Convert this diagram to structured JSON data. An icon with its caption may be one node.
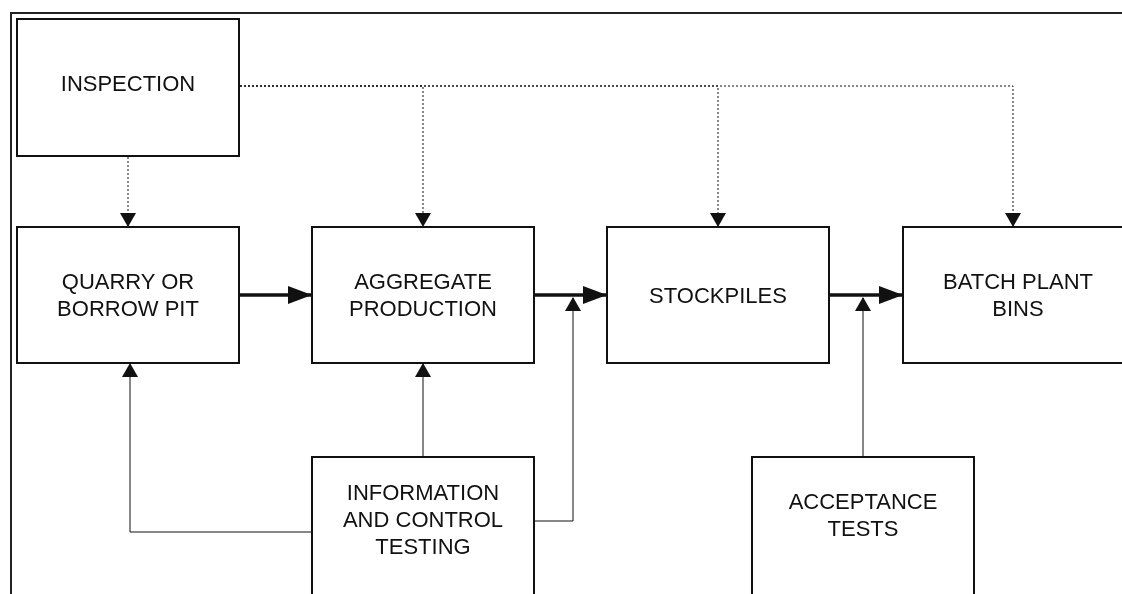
{
  "diagram": {
    "nodes": [
      {
        "text": [
          "INSPECTION"
        ]
      },
      {
        "text": [
          "QUARRY OR BORROW PIT"
        ]
      },
      {
        "text": [
          "AGGREGATE PRODUCTION"
        ]
      },
      {
        "text": [
          "STOCKPILES"
        ]
      },
      {
        "text": [
          "BATCH PLANT BINS"
        ]
      },
      {
        "text": [
          "INFORMATION AND CONTROL TESTING"
        ]
      },
      {
        "text": [
          "ACCEPTANCE TESTS"
        ]
      }
    ],
    "edges": [
      {
        "from": 0,
        "to": 1,
        "arrow": "to",
        "style": "dashed"
      },
      {
        "from": 0,
        "to": 2,
        "arrow": "to",
        "style": "dashed"
      },
      {
        "from": 0,
        "to": 3,
        "arrow": "to",
        "style": "dashed"
      },
      {
        "from": 0,
        "to": 4,
        "arrow": "to",
        "style": "dashed"
      },
      {
        "from": 1,
        "to": 2,
        "arrow": "to",
        "style": "thick"
      },
      {
        "from": 2,
        "to": 3,
        "arrow": "to",
        "style": "thick"
      },
      {
        "from": 3,
        "to": 4,
        "arrow": "to",
        "style": "thick"
      },
      {
        "from": 5,
        "to": 1,
        "arrow": "to"
      },
      {
        "from": 5,
        "to": 2,
        "arrow": "to"
      },
      {
        "from": 5,
        "to": null,
        "arrow": "to"
      },
      {
        "from": 6,
        "to": null,
        "arrow": "to"
      }
    ]
  }
}
